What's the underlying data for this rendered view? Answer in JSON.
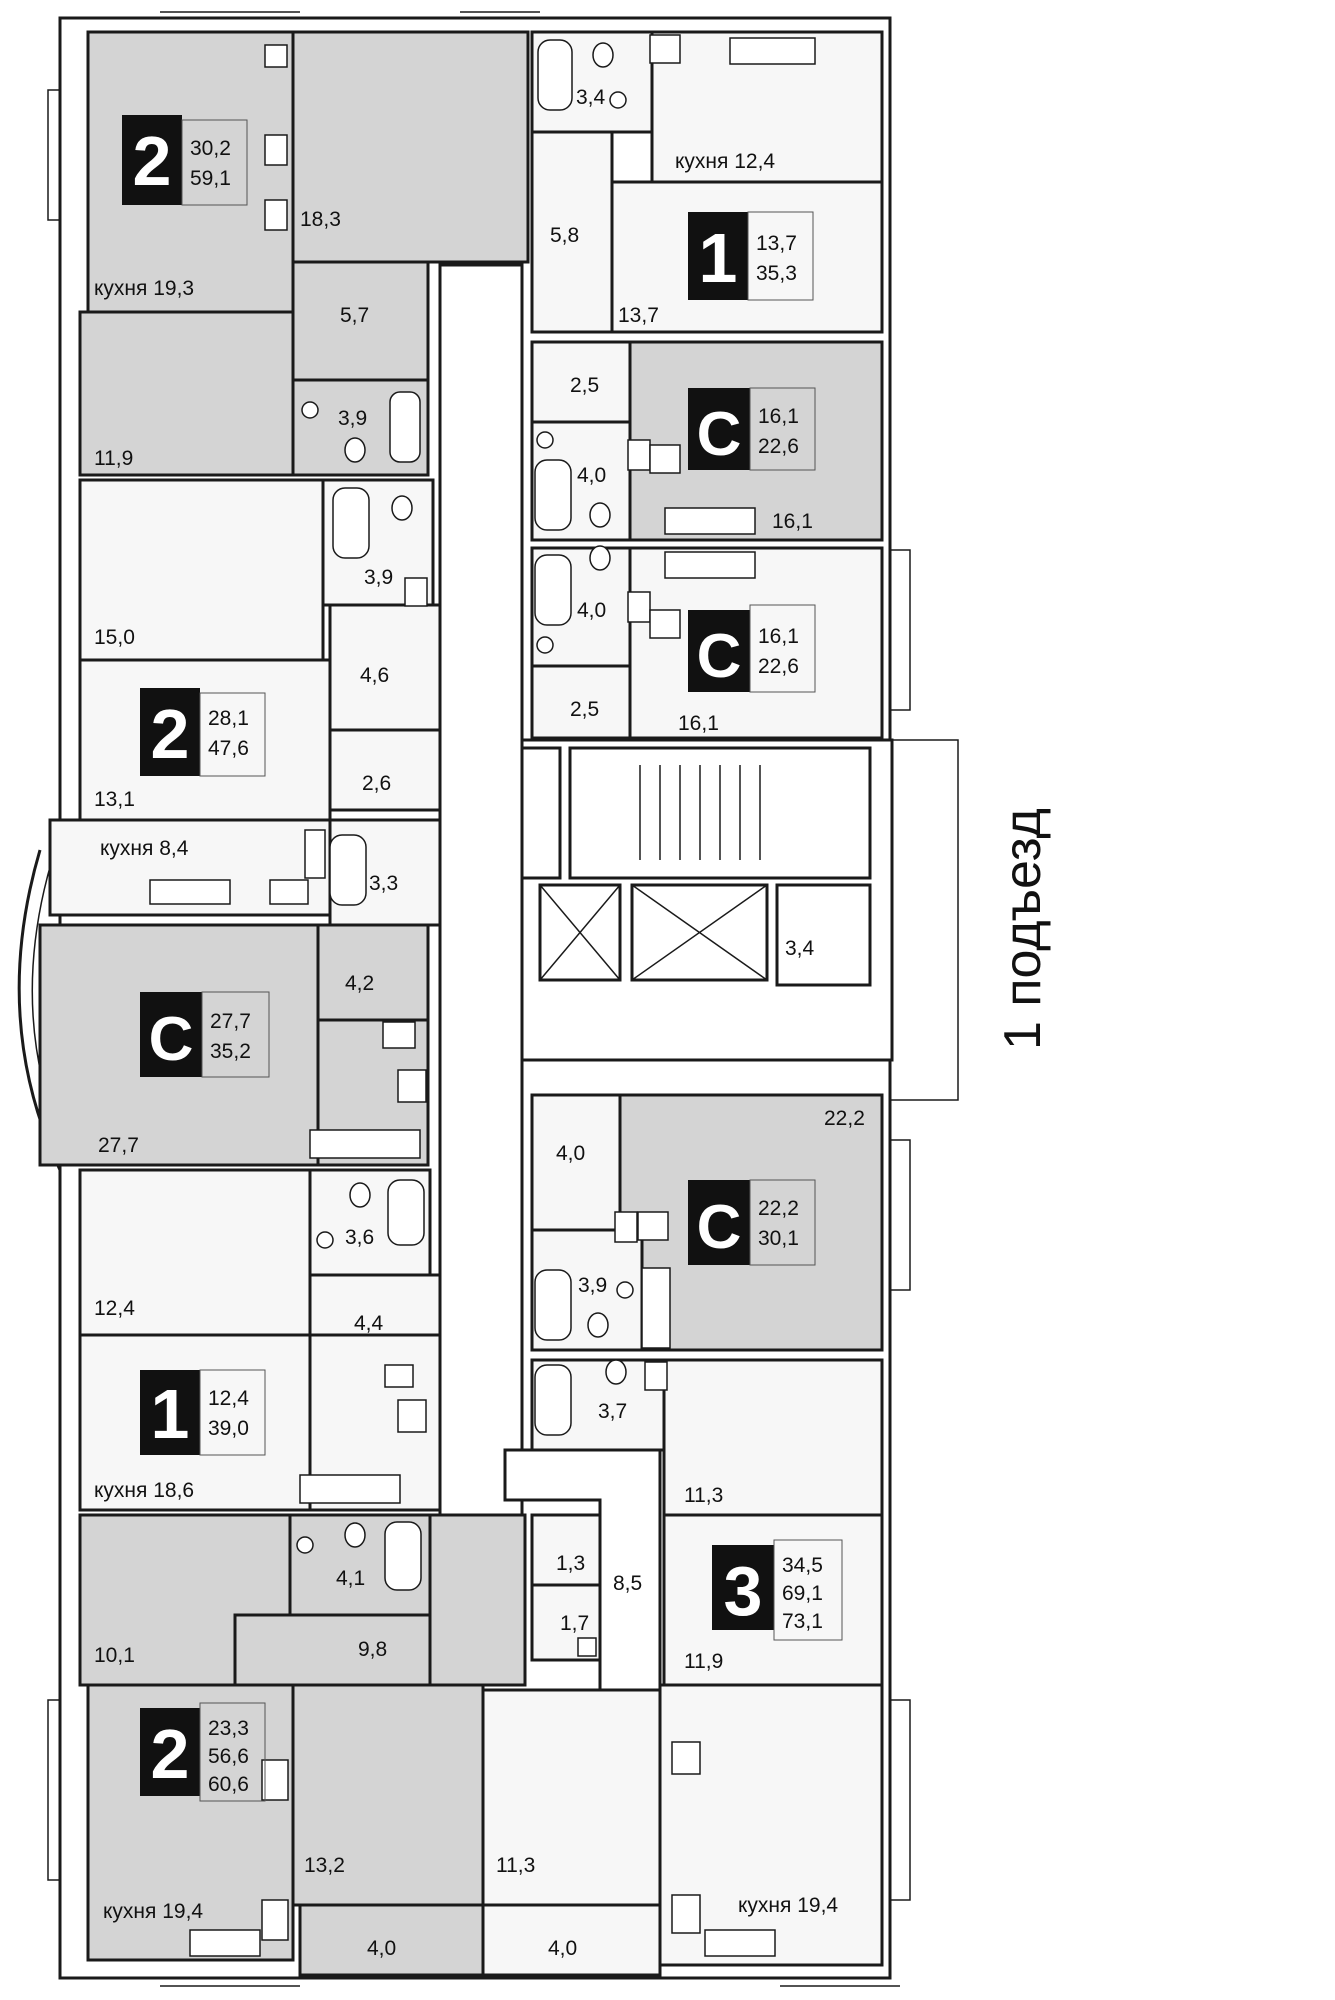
{
  "entrance_label": "1 подъезд",
  "colors": {
    "occupied_fill": "#d4d4d4",
    "light_fill": "#f7f7f7",
    "wall": "#1a1a1a",
    "badge": "#111111"
  },
  "apartments": [
    {
      "type": "2",
      "areas": [
        "30,2",
        "59,1"
      ]
    },
    {
      "type": "1",
      "areas": [
        "13,7",
        "35,3"
      ]
    },
    {
      "type": "С",
      "areas": [
        "16,1",
        "22,6"
      ]
    },
    {
      "type": "С",
      "areas": [
        "16,1",
        "22,6"
      ]
    },
    {
      "type": "2",
      "areas": [
        "28,1",
        "47,6"
      ]
    },
    {
      "type": "С",
      "areas": [
        "27,7",
        "35,2"
      ]
    },
    {
      "type": "С",
      "areas": [
        "22,2",
        "30,1"
      ]
    },
    {
      "type": "1",
      "areas": [
        "12,4",
        "39,0"
      ]
    },
    {
      "type": "3",
      "areas": [
        "34,5",
        "69,1",
        "73,1"
      ]
    },
    {
      "type": "2",
      "areas": [
        "23,3",
        "56,6",
        "60,6"
      ]
    }
  ],
  "room_labels": [
    "3,4",
    "кухня 12,4",
    "18,3",
    "5,8",
    "кухня 19,3",
    "13,7",
    "5,7",
    "2,5",
    "3,9",
    "4,0",
    "11,9",
    "16,1",
    "3,9",
    "4,0",
    "15,0",
    "4,6",
    "2,5",
    "16,1",
    "2,6",
    "13,1",
    "кухня 8,4",
    "3,3",
    "3,4",
    "4,2",
    "22,2",
    "27,7",
    "4,0",
    "3,6",
    "3,9",
    "12,4",
    "4,4",
    "3,7",
    "кухня 18,6",
    "11,3",
    "4,1",
    "1,3",
    "8,5",
    "1,7",
    "10,1",
    "9,8",
    "11,9",
    "13,2",
    "11,3",
    "кухня 19,4",
    "кухня 19,4",
    "4,0",
    "4,0"
  ]
}
